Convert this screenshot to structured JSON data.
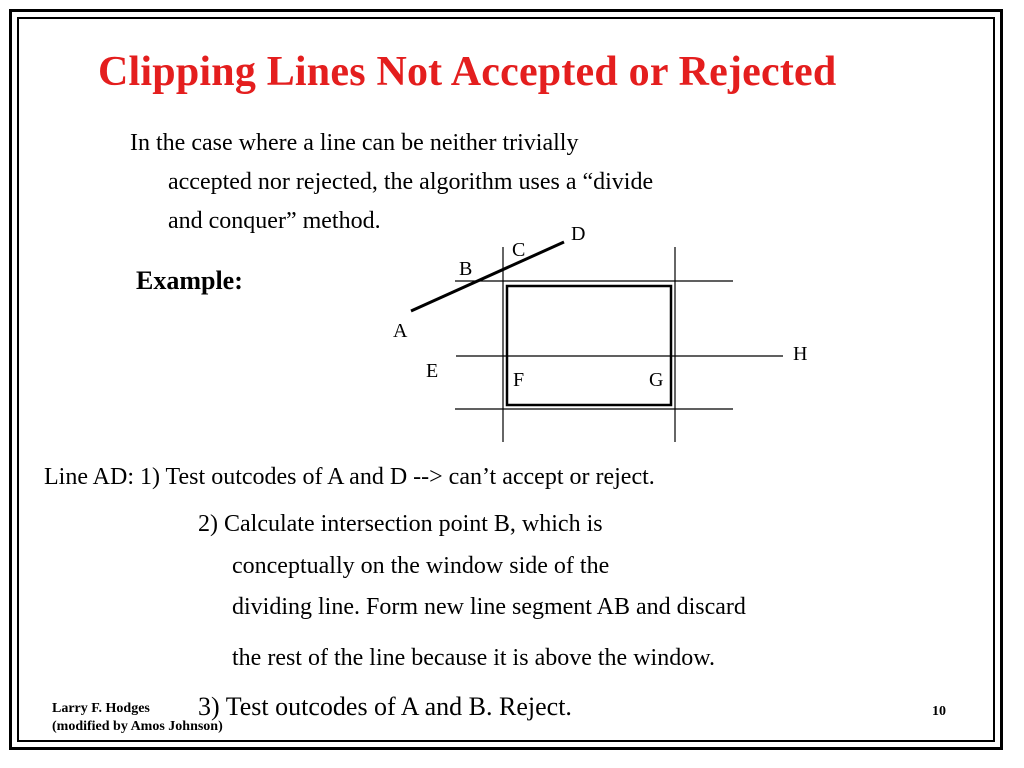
{
  "slide": {
    "title": "Clipping Lines Not Accepted or Rejected",
    "intro": [
      "In the case where a line can be neither trivially",
      "accepted nor rejected, the algorithm uses a “divide",
      "and conquer” method."
    ],
    "example_label": "Example:",
    "diagram_labels": {
      "A": "A",
      "B": "B",
      "C": "C",
      "D": "D",
      "E": "E",
      "F": "F",
      "G": "G",
      "H": "H"
    },
    "steps": {
      "line_ad": "Line AD:  1) Test outcodes of A and D  -->  can’t accept or reject.",
      "step2_lines": [
        "2) Calculate intersection point B, which is",
        "conceptually on the window side of the",
        "dividing line.  Form new line segment AB and discard",
        "the rest of the line because it is above the window."
      ],
      "step3": "3) Test outcodes of A and B.  Reject."
    },
    "footer": {
      "author": "Larry F. Hodges",
      "modified": "(modified by Amos Johnson)",
      "page": "10"
    }
  }
}
